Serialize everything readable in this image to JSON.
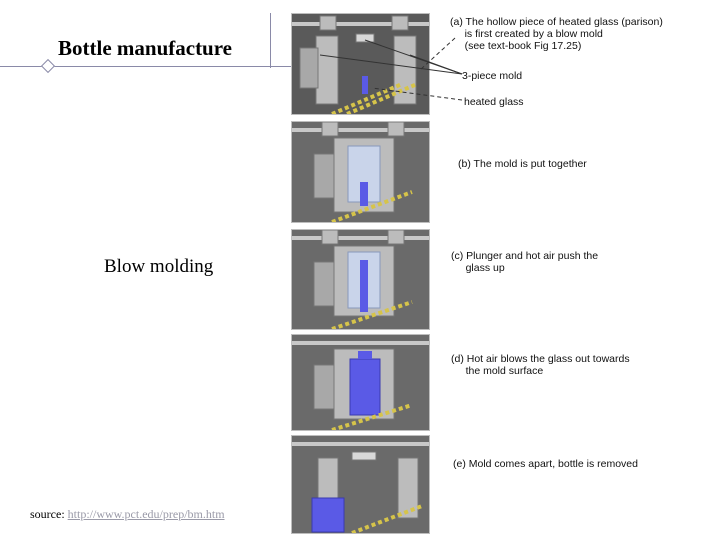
{
  "slide": {
    "title": "Bottle manufacture",
    "subtitle": "Blow molding",
    "source_label": "source:",
    "source_link": "http://www.pct.edu/prep/bm.htm"
  },
  "panels": [
    {
      "id": "a",
      "caption": "(a) The hollow piece of heated glass (parison)\n     is first created by a blow mold\n     (see text-book Fig 17.25)",
      "label_mold": "3-piece mold",
      "label_glass": "heated glass"
    },
    {
      "id": "b",
      "caption": "(b) The mold is put together"
    },
    {
      "id": "c",
      "caption": "(c) Plunger and hot air push the\n     glass up"
    },
    {
      "id": "d",
      "caption": "(d) Hot air blows the glass out towards\n     the mold surface"
    },
    {
      "id": "e",
      "caption": "(e) Mold comes apart, bottle is removed"
    }
  ],
  "colors": {
    "glass": "#5a5ae6",
    "mold": "#bcbcbc",
    "background_panel": "#d9d9d9",
    "rail": "#d6c44a"
  }
}
